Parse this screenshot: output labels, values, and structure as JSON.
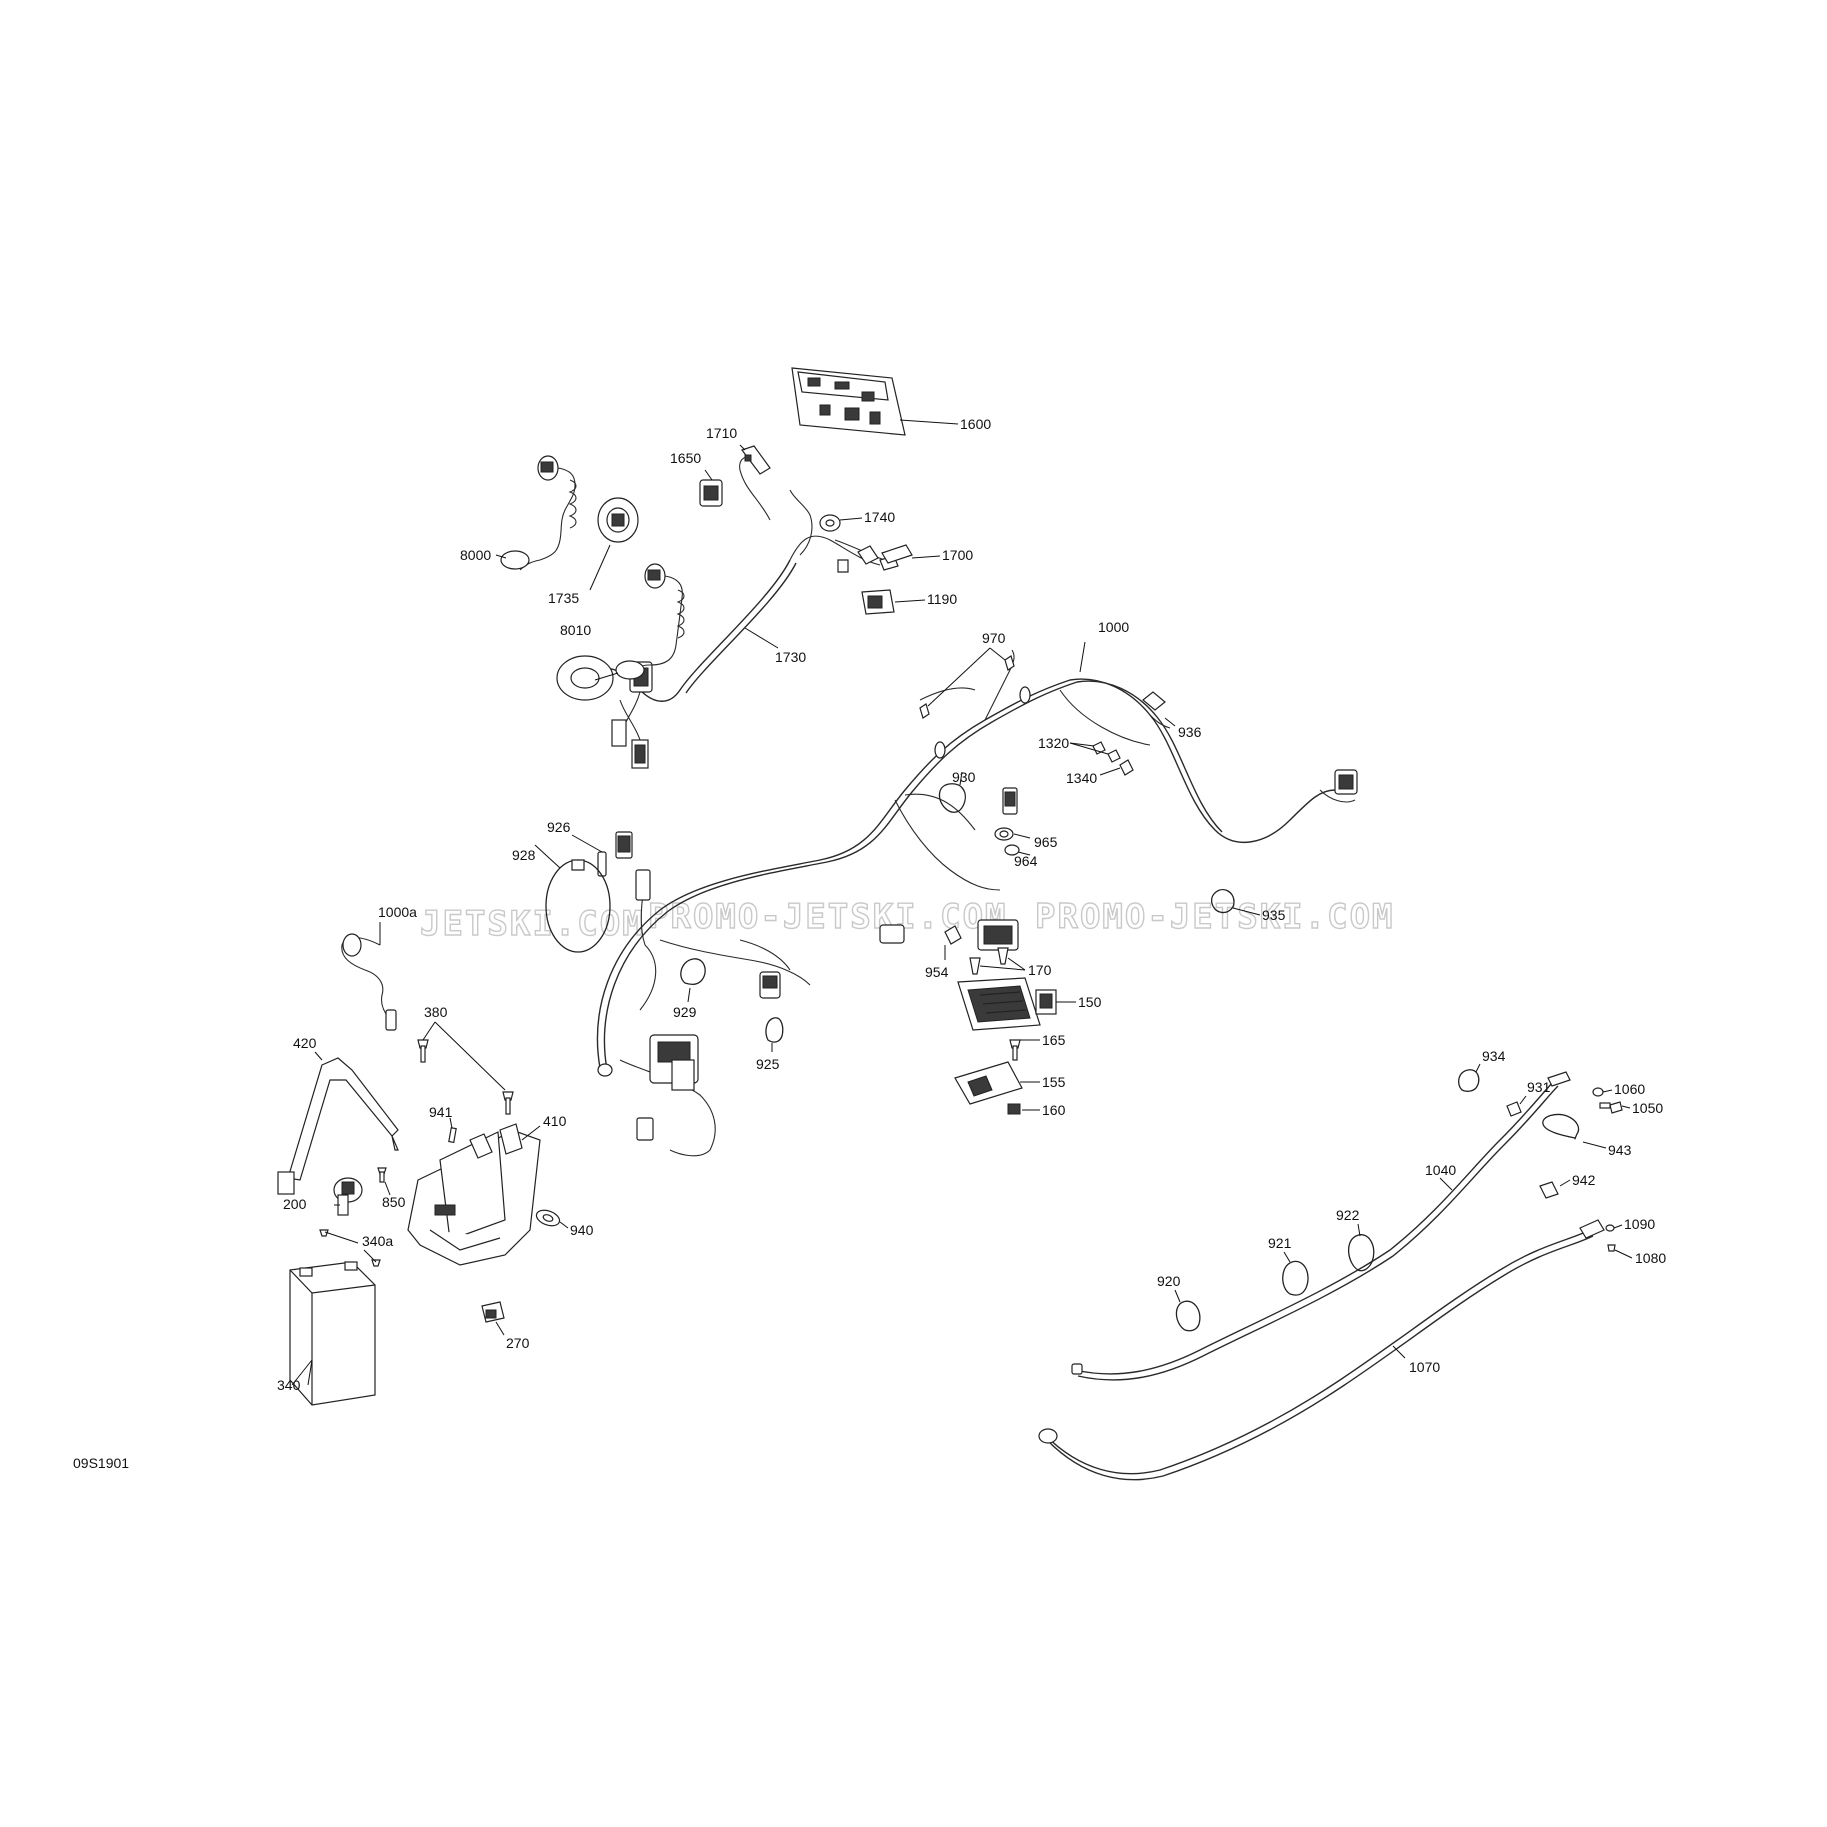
{
  "diagram": {
    "reference_code": "09S1901",
    "watermarks": [
      "JETSKI.COM",
      "PROMO-JETSKI.COM",
      "PROMO-JETSKI.COM"
    ],
    "labels": {
      "l1600": "1600",
      "l1710": "1710",
      "l1650": "1650",
      "l1740": "1740",
      "l1700": "1700",
      "l1190": "1190",
      "l8000": "8000",
      "l1735": "1735",
      "l8010": "8010",
      "l1730": "1730",
      "l970": "970",
      "l1000": "1000",
      "l936": "936",
      "l1320": "1320",
      "l1340": "1340",
      "l930": "930",
      "l965": "965",
      "l964": "964",
      "l935": "935",
      "l926": "926",
      "l928": "928",
      "l1000a": "1000a",
      "l170": "170",
      "l954": "954",
      "l929": "929",
      "l150": "150",
      "l925": "925",
      "l165": "165",
      "l380": "380",
      "l420": "420",
      "l155": "155",
      "l160": "160",
      "l941": "941",
      "l410": "410",
      "l850": "850",
      "l200": "200",
      "l940": "940",
      "l340a": "340a",
      "l270": "270",
      "l340": "340",
      "l934": "934",
      "l931": "931",
      "l1060": "1060",
      "l1050": "1050",
      "l943": "943",
      "l942": "942",
      "l922": "922",
      "l1040": "1040",
      "l921": "921",
      "l1090": "1090",
      "l1080": "1080",
      "l920": "920",
      "l1070": "1070"
    }
  }
}
